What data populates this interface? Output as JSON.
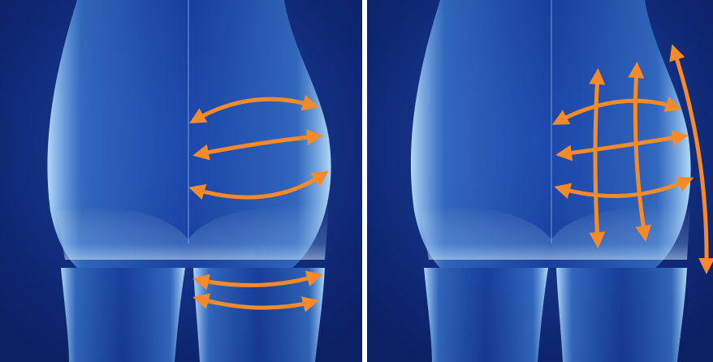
{
  "image": {
    "panels": [
      {
        "id": "left",
        "illustration": "body-back-view",
        "arrow_style": "horizontal-curved-arrows",
        "arrow_count": 5
      },
      {
        "id": "right",
        "illustration": "body-back-view",
        "arrow_style": "grid-crossing-arrows",
        "arrow_count": 6
      }
    ],
    "colors": {
      "background": "#12308a",
      "background_dark": "#0b1f63",
      "body_glow": "#9fd2ff",
      "arrow": "#f58a2b",
      "divider": "#ffffff"
    }
  }
}
